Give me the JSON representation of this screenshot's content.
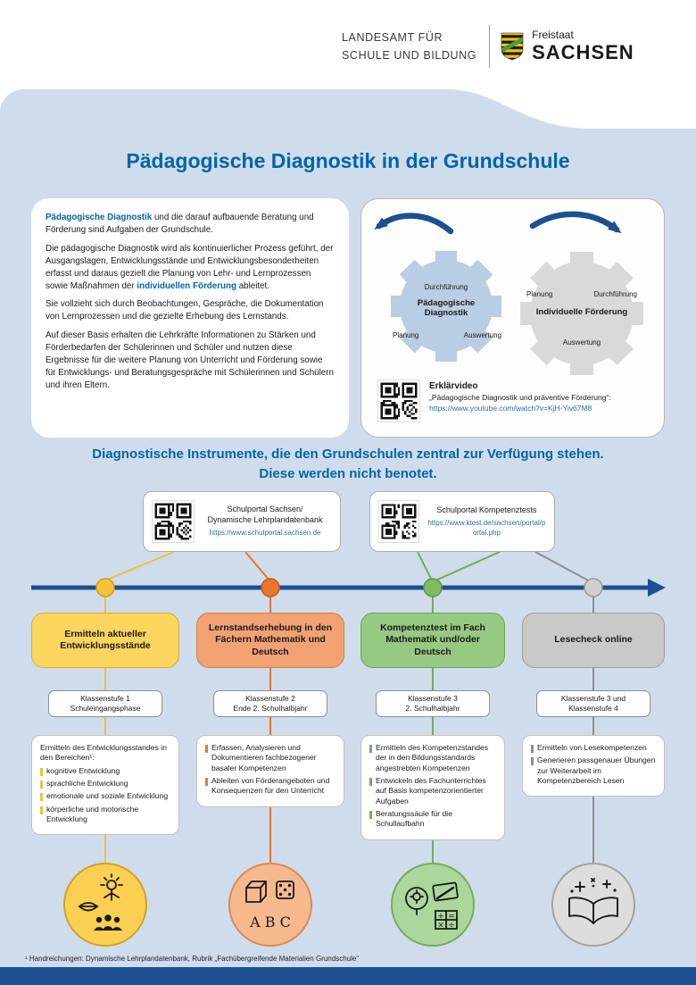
{
  "header": {
    "agency_line1": "LANDESAMT FÜR",
    "agency_line2": "SCHULE UND BILDUNG",
    "state_small": "Freistaat",
    "state_name": "SACHSEN",
    "crest_icon": "saxony-coat-of-arms"
  },
  "title": "Pädagogische Diagnostik in der Grundschule",
  "intro": {
    "p1_highlight": "Pädagogische Diagnostik",
    "p1_rest": " und die darauf aufbauende Beratung und Förderung sind Aufgaben der Grundschule.",
    "p2_part1": "Die pädagogische Diagnostik wird als kontinuierlicher Prozess geführt, der Ausgangslagen, Entwicklungsstände und Entwicklungsbesonderheiten erfasst und daraus gezielt die Planung von Lehr- und Lernprozessen sowie Maßnahmen der ",
    "p2_highlight": "individuellen Förderung",
    "p2_part2": " ableitet.",
    "p3": "Sie vollzieht sich durch Beobachtungen, Gespräche, die Dokumentation von Lernprozessen und die gezielte Erhebung des Lernstands.",
    "p4": "Auf dieser Basis erhalten die Lehrkräfte Informationen zu Stärken und Förderbedarfen der Schülerinnen und Schüler und nutzen diese Ergebnisse für die weitere Planung von Unterricht und Förderung sowie für Entwicklungs- und Beratungsgespräche mit Schülerinnen und Schülern und ihren Eltern."
  },
  "gears": {
    "left": {
      "top": "Durchführung",
      "title": "Pädagogische Diagnostik",
      "bottom_left": "Planung",
      "bottom_right": "Auswertung"
    },
    "right": {
      "top_left": "Planung",
      "top_right": "Durchführung",
      "title": "Individuelle Förderung",
      "bottom": "Auswertung"
    }
  },
  "video": {
    "label": "Erklärvideo",
    "caption": "„Pädagogische Diagnostik und präventive Förderung“:",
    "url": "https://www.youtube.com/watch?v=KjH-Yiv67M8"
  },
  "subtitle_line1": "Diagnostische Instrumente, die den Grundschulen zentral zur Verfügung stehen.",
  "subtitle_line2": "Diese werden nicht benotet.",
  "portals": [
    {
      "label1": "Schulportal Sachsen/",
      "label2": "Dynamische Lehrplandatenbank",
      "url": "https://www.schulportal.sachsen.de"
    },
    {
      "label1": "Schulportal Kompetenztests",
      "url": "https://www.ktest.de/sachsen/portal/portal.php"
    }
  ],
  "columns": [
    {
      "title": "Ermitteln aktueller Entwicklungsstände",
      "grade_line1": "Klassenstufe 1",
      "grade_line2": "Schuleingangsphase",
      "intro": "Ermitteln des Entwicklungsstandes in den Bereichen¹:",
      "bullets": [
        "kognitive Entwicklung",
        "sprachliche Entwicklung",
        "emotionale und soziale Entwicklung",
        "körperliche und motorische Entwicklung"
      ],
      "icon": "development-areas-icon",
      "color": "#fcd55e"
    },
    {
      "title": "Lernstandserhebung in den Fächern Mathematik und Deutsch",
      "grade_line1": "Klassenstufe 2",
      "grade_line2": "Ende 2. Schulhalbjahr",
      "bullets": [
        "Erfassen, Analysieren und Dokumentieren fachbezogener basaler Kompetenzen",
        "Ableiten von Förderangeboten und Konsequenzen für den Unterricht"
      ],
      "icon": "abc-dice-icon",
      "icon_text": "A B C",
      "color": "#f2a173"
    },
    {
      "title": "Kompetenztest im Fach Mathematik und/oder Deutsch",
      "grade_line1": "Klassenstufe 3",
      "grade_line2": "2. Schulhalbjahr",
      "bullets": [
        "Ermitteln des Kompetenzstandes der in den Bildungsstandards angestrebten Kompetenzen",
        "Entwickeln des Fachunterrichtes auf Basis kompetenzorientierter Aufgaben",
        "Beratungssäule für die Schullaufbahn"
      ],
      "icon": "competence-test-icon",
      "icon_symbols": [
        "+",
        "=",
        "×",
        "÷"
      ],
      "color": "#96c982"
    },
    {
      "title": "Lesecheck online",
      "grade_line1": "Klassenstufe 3 und",
      "grade_line2": "Klassenstufe 4",
      "bullets": [
        "Ermitteln von Lesekompetenzen",
        "Generieren passgenauer Übungen zur Weiterarbeit im Kompetenzbereich Lesen"
      ],
      "icon": "reading-book-icon",
      "color": "#c9c9c7"
    }
  ],
  "footnote": "¹ Handreichungen: Dynamische Lehrplandatenbank, Rubrik „Fachübergreifende Materialien Grundschule“",
  "colors": {
    "brand_blue": "#0065a8",
    "navy": "#1d4f91",
    "background_blue": "#cfdcec",
    "yellow": "#fcd55e",
    "orange": "#f2a173",
    "green": "#96c982",
    "gray": "#c9c9c7"
  }
}
